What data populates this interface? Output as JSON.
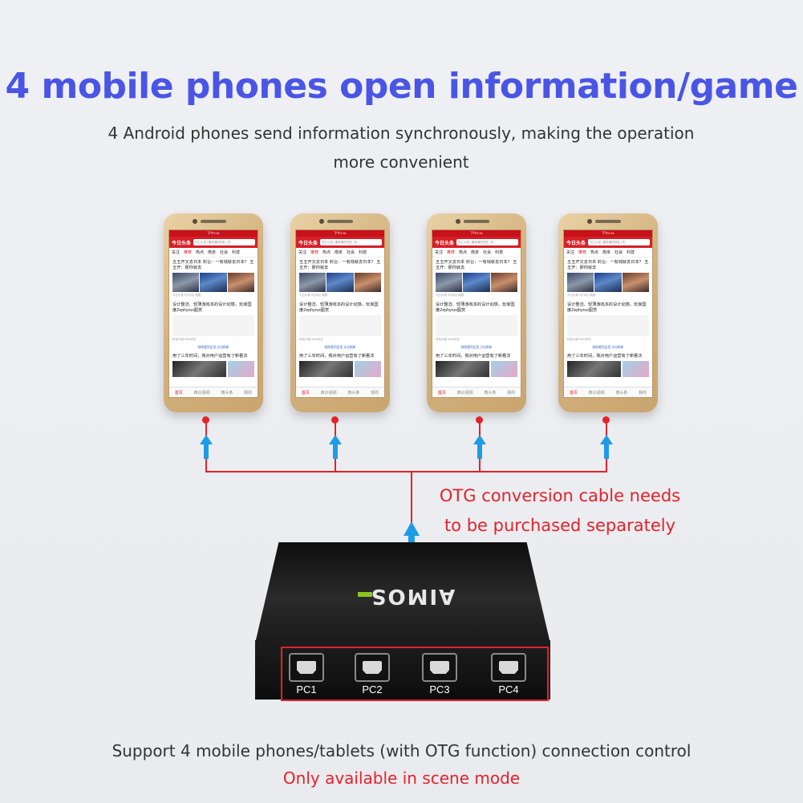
{
  "headline": "4 mobile phones open information/game",
  "subtitle": {
    "line1": "4 Android phones send information synchronously, making the operation",
    "line2": "more convenient"
  },
  "phone_screen": {
    "status_bar": "下午2:31",
    "app_logo": "今日头条",
    "search_placeholder": "文汇小说 | 董多情的好处 | 华...",
    "tabs": [
      "关注",
      "推荐",
      "热点",
      "南京",
      "社会",
      "科技"
    ],
    "article1_title": "五五开又去日本 封台：一有钱就去日本？ 五五开：那你就去",
    "article1_meta": "今日头条 5万评论 刚刚",
    "article2_title": "设计整洁、轻薄游戏本的设计动感，玩家国度Zephyrus图赏",
    "article2_meta": "科技大咖 3000评论",
    "refresh_link": "刚刚看到这里 点击刷新",
    "article3_title": "用了三年时间，我对用户运营有了新看法",
    "nav": [
      "首页",
      "西瓜视频",
      "微头条",
      "我的"
    ]
  },
  "callout": {
    "line1": "OTG conversion cable needs",
    "line2": "to be purchased separately",
    "color": "#e3232a"
  },
  "device": {
    "brand": "AIMOS",
    "ports": [
      "PC1",
      "PC2",
      "PC3",
      "PC4"
    ]
  },
  "footer": {
    "line1": "Support 4 mobile phones/tablets (with OTG function) connection control",
    "line2": "Only available in scene mode"
  },
  "colors": {
    "headline": "#4a55e6",
    "accent_red": "#e3232a",
    "arrow_blue": "#1e9be8"
  }
}
